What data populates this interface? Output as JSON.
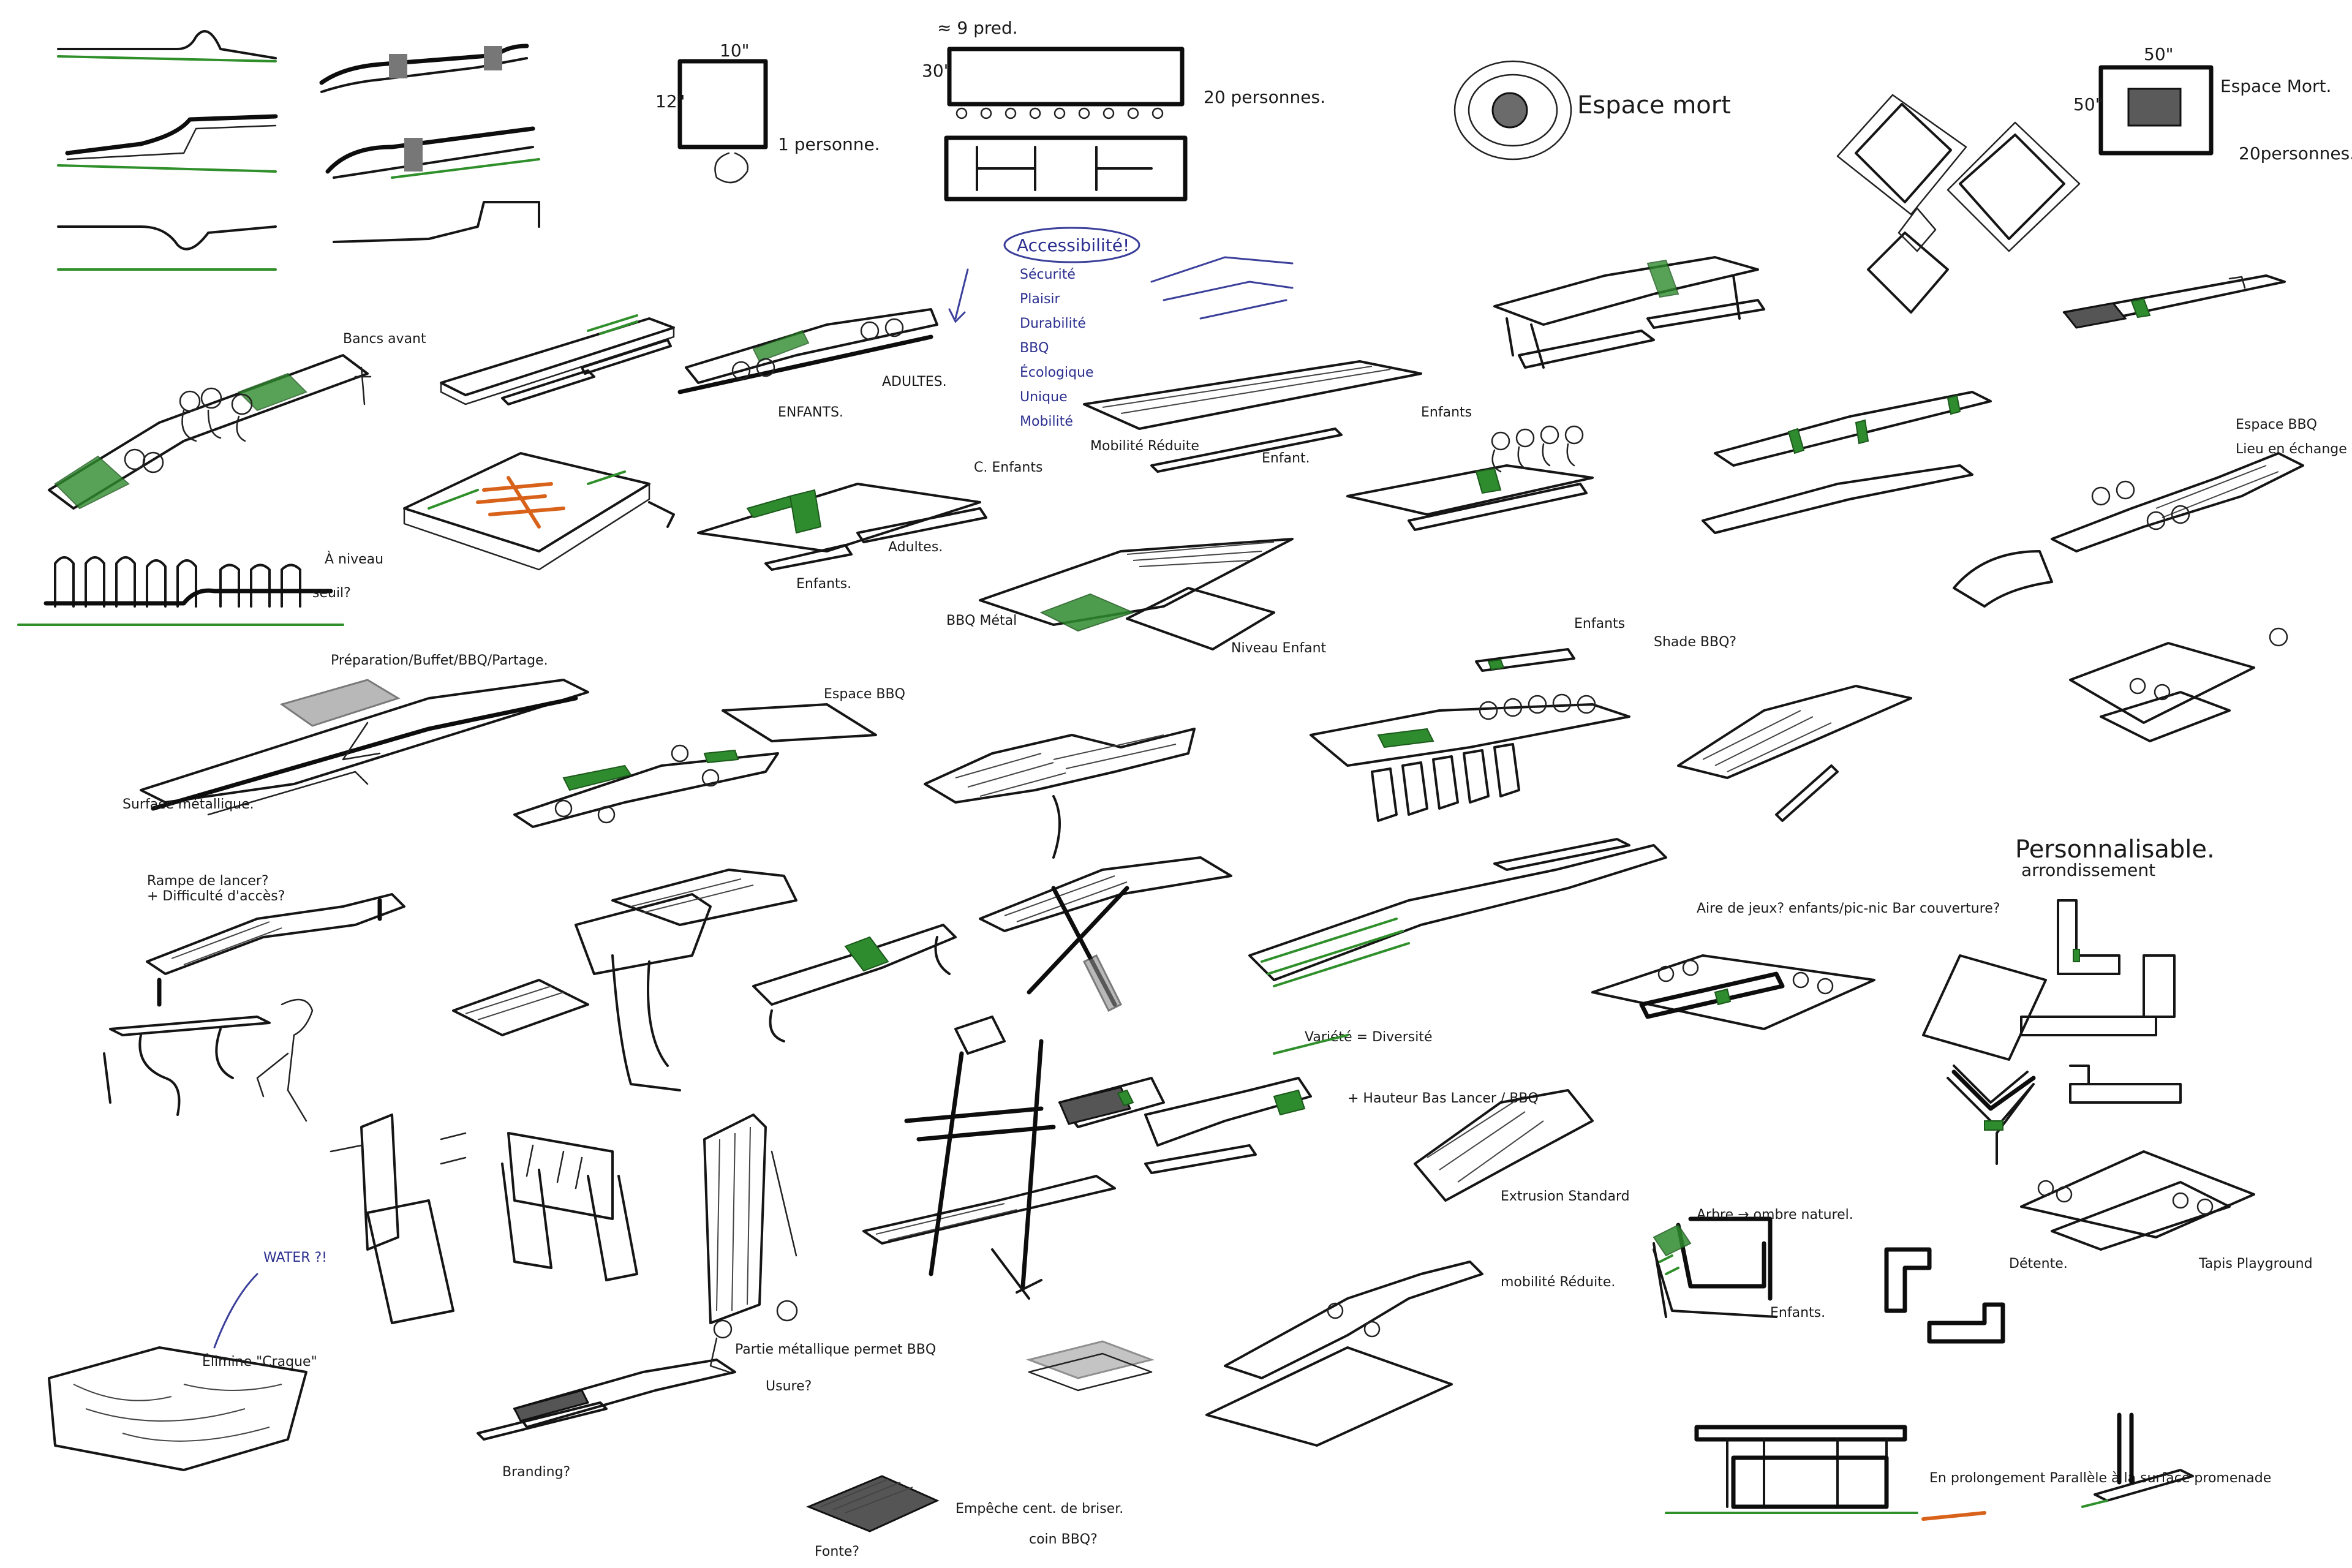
{
  "sheet": {
    "labels": {
      "dim_10": "10\"",
      "dim_12": "12\"",
      "one_person": "1 personne.",
      "pred": "≈ 9 pred.",
      "dim_30": "30\"",
      "twenty_persons_long": "20 personnes.",
      "espace_mort_circle": "Espace mort",
      "dim_50_top": "50\"",
      "dim_50_left": "50\"",
      "espace_mort_square": "Espace Mort.",
      "twenty_persons_square": "20personnes.",
      "benches_avant": "Bancs avant",
      "enfants_1": "ENFANTS.",
      "adultes_1": "ADULTES.",
      "enfants_2": "Enfants.",
      "adultes_2": "Adultes.",
      "c_enfants": "C. Enfants",
      "mobilite_reduite": "Mobilité Réduite",
      "enfant": "Enfant.",
      "enfants_3": "Enfants",
      "a_niveau": "À niveau",
      "seuil": "seuil?",
      "preparation": "Préparation/Buffet/BBQ/Partage.",
      "surface_metallique": "Surface métallique.",
      "espace_bbq": "Espace BBQ",
      "bbq_metal": "BBQ Métal",
      "niveau_enfant": "Niveau Enfant",
      "enfants_4": "Enfants",
      "shade": "Shade BBQ?",
      "espace_bbq_2": "Espace BBQ",
      "lieu_echange": "Lieu en échange",
      "rampe": "Rampe de lancer?",
      "difficulte": "+ Difficulté d'accès?",
      "variete": "Variété = Diversité",
      "aire_de_jeux": "Aire de jeux? enfants/pic-nic Bar couverture?",
      "personnalisable": "Personnalisable.",
      "arrondissement": "arrondissement",
      "water": "WATER ?!",
      "elimine_craque": "Élimine \"Craque\"",
      "partie_metallique": "Partie métallique permet BBQ",
      "usure": "Usure?",
      "branding": "Branding?",
      "mobilite_reduite_2": "mobilité Réduite.",
      "extrusion": "Extrusion Standard",
      "hauteur": "+ Hauteur Bas Lancer / BBQ",
      "arbre": "Arbre → ombre naturel.",
      "enfants_5": "Enfants.",
      "detente": "Détente.",
      "tapis": "Tapis Playground",
      "fonte": "Fonte?",
      "empeche": "Empêche cent. de briser.",
      "coin_bbq": "coin BBQ?",
      "extension": "En prolongement Parallèle à la surface promenade"
    },
    "brainstorm": {
      "title": "Accessibilité!",
      "items": [
        "Sécurité",
        "Plaisir",
        "Durabilité",
        "BBQ",
        "Écologique",
        "Unique",
        "Mobilité"
      ]
    },
    "colors": {
      "ink": "#151515",
      "grass": "#2f8f2a",
      "accent_orange": "#d9621a",
      "pen_blue": "#3a3f9a"
    }
  }
}
